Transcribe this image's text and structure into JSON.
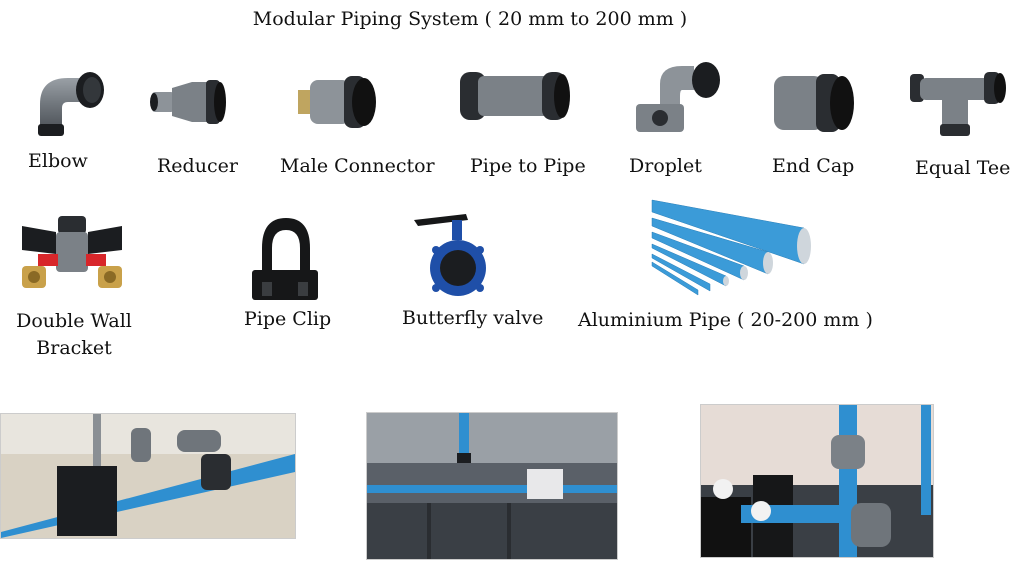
{
  "title": "Modular Piping System ( 20 mm to 200 mm )",
  "components": {
    "elbow": "Elbow",
    "reducer": "Reducer",
    "male_connector": "Male Connector",
    "pipe_to_pipe": "Pipe to Pipe",
    "droplet": "Droplet",
    "end_cap": "End Cap",
    "equal_tee": "Equal Tee",
    "double_wall_bracket_line1": "Double Wall",
    "double_wall_bracket_line2": "Bracket",
    "pipe_clip": "Pipe Clip",
    "butterfly_valve": "Butterfly valve",
    "aluminium_pipe": "Aluminium Pipe ( 20-200 mm )"
  },
  "colors": {
    "fitting_grey": "#6f757b",
    "fitting_dark": "#1b1d20",
    "pipe_blue": "#3b9bd8",
    "valve_blue": "#1f4fa8",
    "valve_red": "#d8262a",
    "brass": "#c9a14a"
  }
}
